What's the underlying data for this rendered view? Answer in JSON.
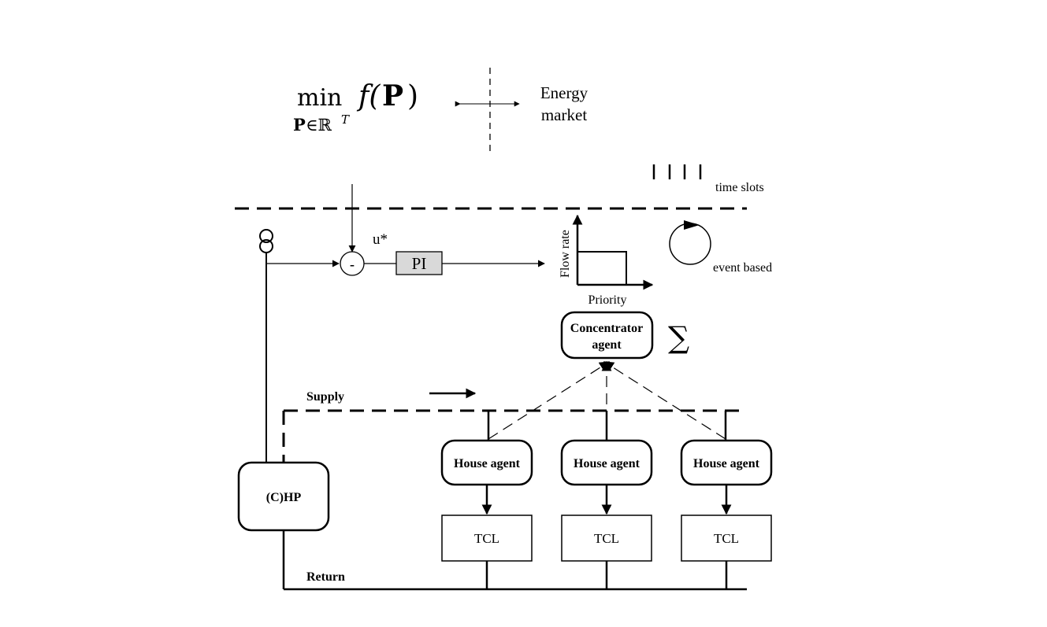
{
  "formula": {
    "op": "min",
    "func": "f(",
    "arg": "P",
    "close": ")",
    "sub_var": "P",
    "sub_in": "∈ℝ",
    "sub_sup": "T"
  },
  "energy_market": {
    "line1": "Energy",
    "line2": "market"
  },
  "legend": {
    "time_slots": "time slots",
    "event_based": "event based"
  },
  "control": {
    "setpoint": "u*",
    "comparator": "-",
    "controller": "PI"
  },
  "priority_chart": {
    "ylabel": "Flow rate",
    "xlabel": "Priority"
  },
  "concentrator": {
    "line1": "Concentrator",
    "line2": "agent",
    "sum_symbol": "∑"
  },
  "network": {
    "supply": "Supply",
    "return": "Return",
    "plant": "(C)HP"
  },
  "houses": [
    {
      "agent": "House agent",
      "load": "TCL"
    },
    {
      "agent": "House agent",
      "load": "TCL"
    },
    {
      "agent": "House agent",
      "load": "TCL"
    }
  ],
  "colors": {
    "stroke": "#000000",
    "pi_fill": "#d9d9d9",
    "background": "#ffffff"
  }
}
